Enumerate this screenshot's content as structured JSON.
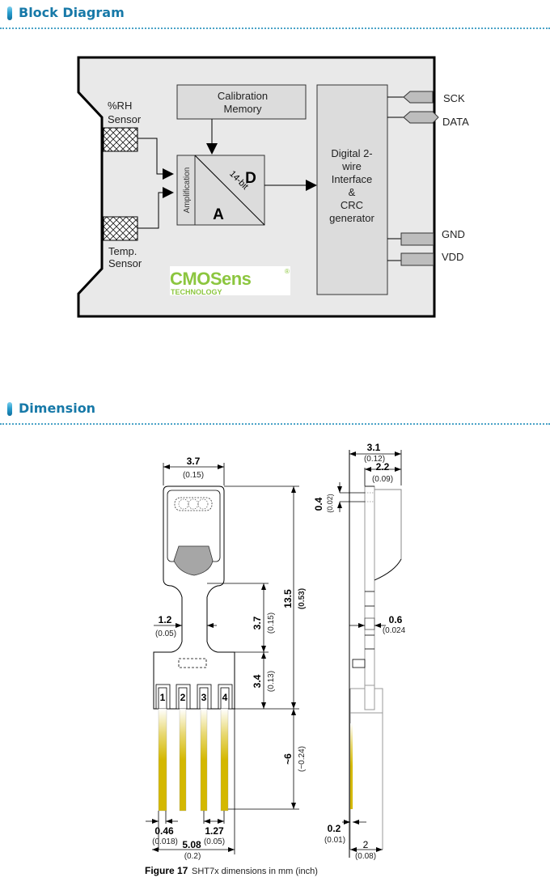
{
  "sections": {
    "block_diagram": {
      "title": "Block Diagram"
    },
    "dimension": {
      "title": "Dimension"
    }
  },
  "colors": {
    "heading": "#1779a8",
    "heading_rule": "#4aa3c7",
    "block_bg": "#e9e9e9",
    "inner_block": "#dcdcdc",
    "pin_fill": "#bdbdbd",
    "logo_green": "#8cc63f",
    "lead_gold": "#d4b800"
  },
  "block": {
    "rh_sensor": [
      "%RH",
      "Sensor"
    ],
    "temp_sensor": [
      "Temp.",
      "Sensor"
    ],
    "calibration": [
      "Calibration",
      "Memory"
    ],
    "amplification": "Amplification",
    "adc_d": "D",
    "adc_a": "A",
    "adc_bits": "14-bit",
    "interface": [
      "Digital  2-",
      "wire",
      "Interface",
      "&",
      "CRC",
      "generator"
    ],
    "pins": [
      "SCK",
      "DATA",
      "GND",
      "VDD"
    ],
    "logo_main": "CMOSens",
    "logo_reg": "®",
    "logo_sub": "TECHNOLOGY"
  },
  "dims": {
    "top_width": {
      "mm": "3.7",
      "in": "(0.15)"
    },
    "neck_width": {
      "mm": "1.2",
      "in": "(0.05)"
    },
    "neck_length": {
      "mm": "3.7",
      "in": "(0.15)"
    },
    "total_length": {
      "mm": "13.5",
      "in": "(0.53)"
    },
    "base_length": {
      "mm": "3.4",
      "in": "(0.13)"
    },
    "lead_length": {
      "mm": "~6",
      "in": "(~0.24)"
    },
    "lead_width": {
      "mm": "0.46",
      "in": "(0.018)"
    },
    "pitch": {
      "mm": "1.27",
      "in": "(0.05)"
    },
    "body_width": {
      "mm": "5.08",
      "in": "(0.2)"
    },
    "side_total": {
      "mm": "3.1",
      "in": "(0.12)"
    },
    "side_cap": {
      "mm": "2.2",
      "in": "(0.09)"
    },
    "side_gap": {
      "mm": "0.4",
      "in": "(0.02)"
    },
    "side_pcb": {
      "mm": "0.6",
      "in": "(0.024"
    },
    "side_lead": {
      "mm": "0.2",
      "in": "(0.01)"
    },
    "side_base": {
      "mm": "2",
      "in": "(0.08)"
    },
    "pin_numbers": [
      "1",
      "2",
      "3",
      "4"
    ],
    "caption_label": "Figure 17",
    "caption_text": "SHT7x dimensions in mm (inch)"
  }
}
